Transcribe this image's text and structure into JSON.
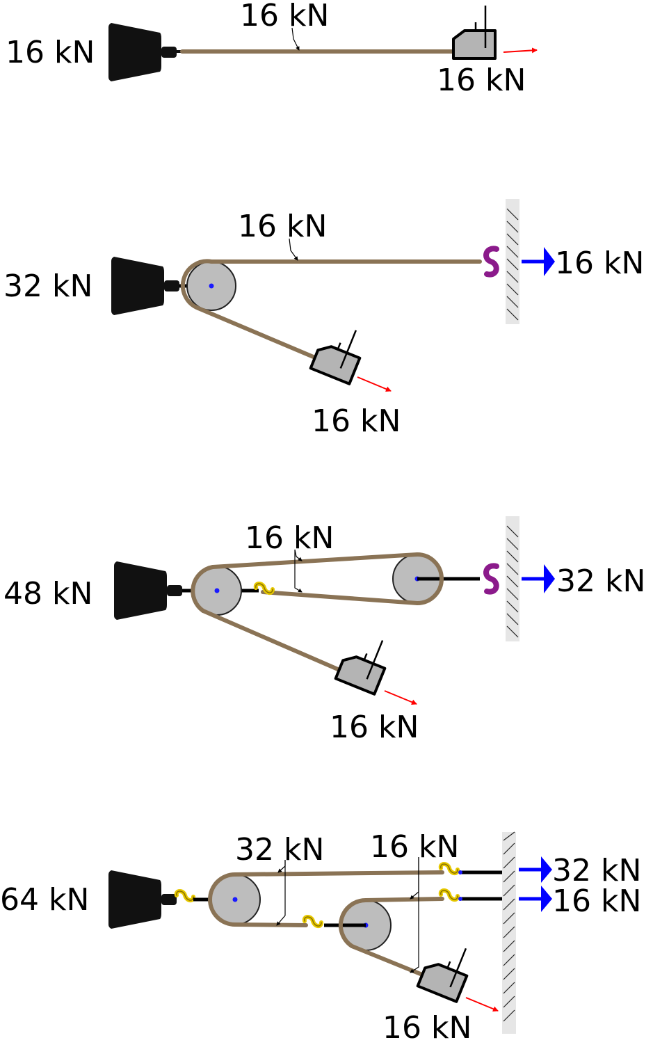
{
  "panels": [
    {
      "load": "16 kN",
      "rope_tension": "16 kN",
      "grip_force": "16 kN"
    },
    {
      "load": "32 kN",
      "rope_tension": "16 kN",
      "anchor_force": "16 kN",
      "grip_force": "16 kN"
    },
    {
      "load": "48 kN",
      "rope_tension": "16 kN",
      "anchor_force": "32 kN",
      "grip_force": "16 kN"
    },
    {
      "load": "64 kN",
      "rope_tension_a": "32 kN",
      "rope_tension_b": "16 kN",
      "anchor_force_a": "32 kN",
      "anchor_force_b": "16 kN",
      "grip_force": "16 kN"
    }
  ],
  "colors": {
    "rope": "#8a7355",
    "pulley": "#bdbdbd",
    "anchor_arrow": "#0000ff",
    "pull_arrow": "#ff0000",
    "hook_anchor": "#8b1a8b",
    "hook_shackle": "#e6c800"
  }
}
